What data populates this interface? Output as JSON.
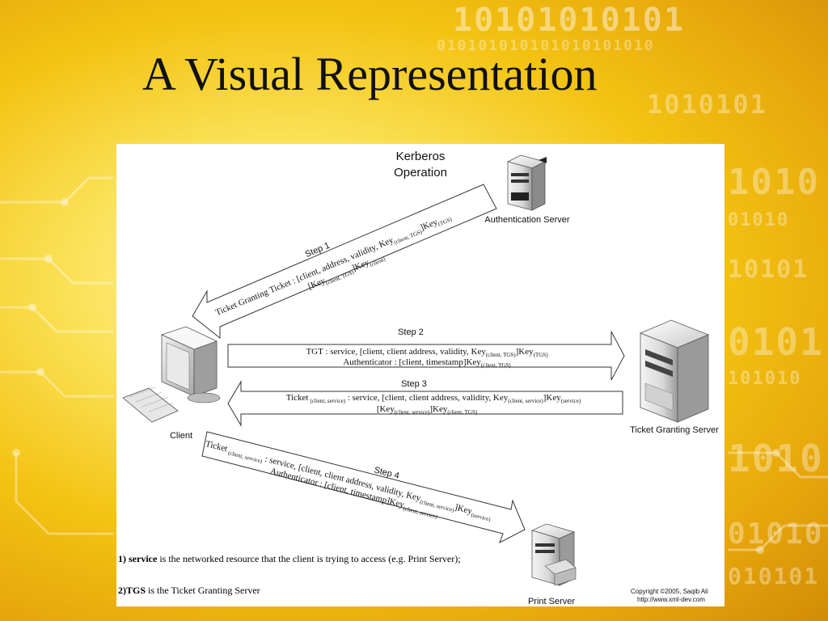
{
  "slide": {
    "title": "A Visual Representation"
  },
  "background": {
    "binary_row_1": "10101010101",
    "binary_row_2": "010101010101010101010",
    "binary_row_3": "1010101",
    "binary_row_4": "1010",
    "binary_row_5": "01010",
    "binary_row_6": "10101",
    "binary_row_7": "0101",
    "binary_row_8": "101010",
    "binary_row_9": "1010",
    "binary_row_10": "01010",
    "binary_row_11": "010101"
  },
  "diagram": {
    "title_line1": "Kerberos",
    "title_line2": "Operation",
    "nodes": {
      "auth_server": "Authentication Server",
      "client": "Client",
      "tgs": "Ticket Granting Server",
      "print_server": "Print Server"
    },
    "step1": {
      "label": "Step 1",
      "line1_main": "Ticket Granting Ticket : [client, address, validity, Key",
      "line1_sub1": "(client, TGS)",
      "line1_mid": "]Key",
      "line1_sub2": "(TGS)",
      "line2_main": "[Key",
      "line2_sub1": "(client, TGS)",
      "line2_mid": "]Key",
      "line2_sub2": "(client)"
    },
    "step2": {
      "label": "Step 2",
      "line1_main": "TGT : service, [client, client address, validity, Key",
      "line1_sub1": "(client, TGS)",
      "line1_mid": "]Key",
      "line1_sub2": "(TGS)",
      "line2_main": "Authenticator : [client, timestamp]Key",
      "line2_sub": "(client, TGS)"
    },
    "step3": {
      "label": "Step 3",
      "line1_pre": "Ticket",
      "line1_sub0": "(client, service)",
      "line1_main": " : service, [client, client address, validity, Key",
      "line1_sub1": "(client, service)",
      "line1_mid": "]Key",
      "line1_sub2": "(service)",
      "line2_main": "[Key",
      "line2_sub1": "(client, service)",
      "line2_mid": "]Key",
      "line2_sub2": "(client, TGS)"
    },
    "step4": {
      "label": "Step 4",
      "line1_pre": "Ticket",
      "line1_sub0": "(client, service)",
      "line1_main": " : service, [client, client address, validity, Key",
      "line1_sub1": "(client, service)",
      "line1_mid": "]Key",
      "line1_sub2": "(service)",
      "line2_main": "Authenticator : [client, timestamp]Key",
      "line2_sub": "(client, service)"
    },
    "notes": {
      "note1_bold": "1) service",
      "note1_rest": " is the networked resource that the client is trying to access  (e.g. Print Server);",
      "note2_bold": "2)TGS",
      "note2_rest": " is the Ticket Granting Server"
    },
    "copyright_line1": "Copyright ©2005, Saqib Ali",
    "copyright_line2": "http://www.xml-dev.com"
  }
}
